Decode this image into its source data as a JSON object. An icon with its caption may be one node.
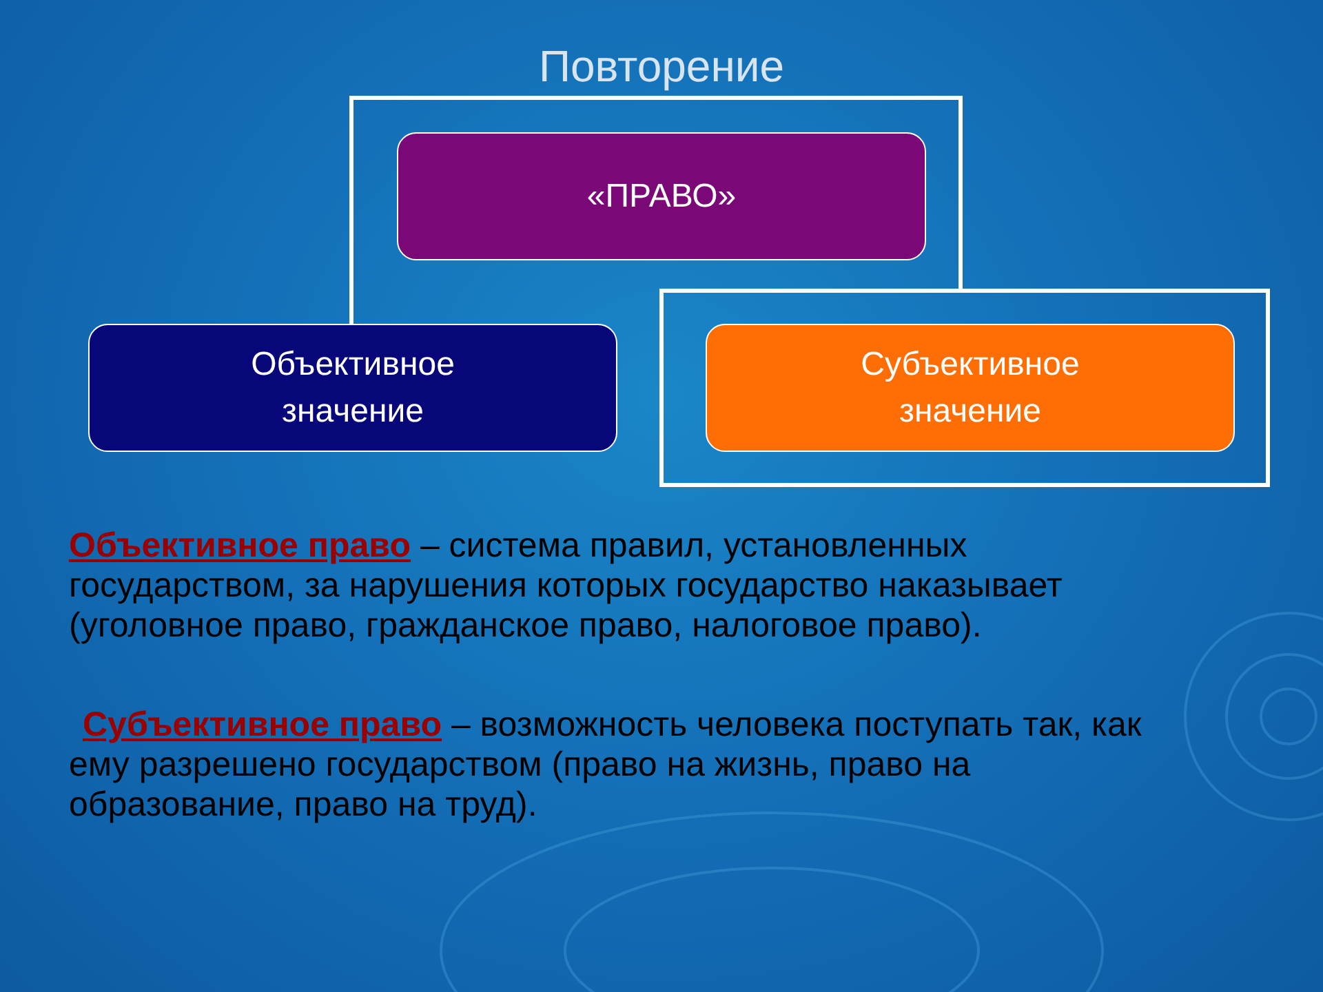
{
  "diagram": {
    "title": "Повторение",
    "nodes": [
      {
        "text": [
          "«ПРАВО»"
        ]
      },
      {
        "text": [
          "Объективное значение"
        ]
      },
      {
        "text": [
          "Субъективное значение"
        ]
      }
    ],
    "labels": [
      "**Объективное право** – система правил, установленных государством, за нарушения которых государство наказывает (уголовное право, гражданское право, налоговое право).",
      "**Субъективное право** – возможность человека поступать так, как ему разрешено государством (право на жизнь, право на образование, право на труд)."
    ]
  }
}
